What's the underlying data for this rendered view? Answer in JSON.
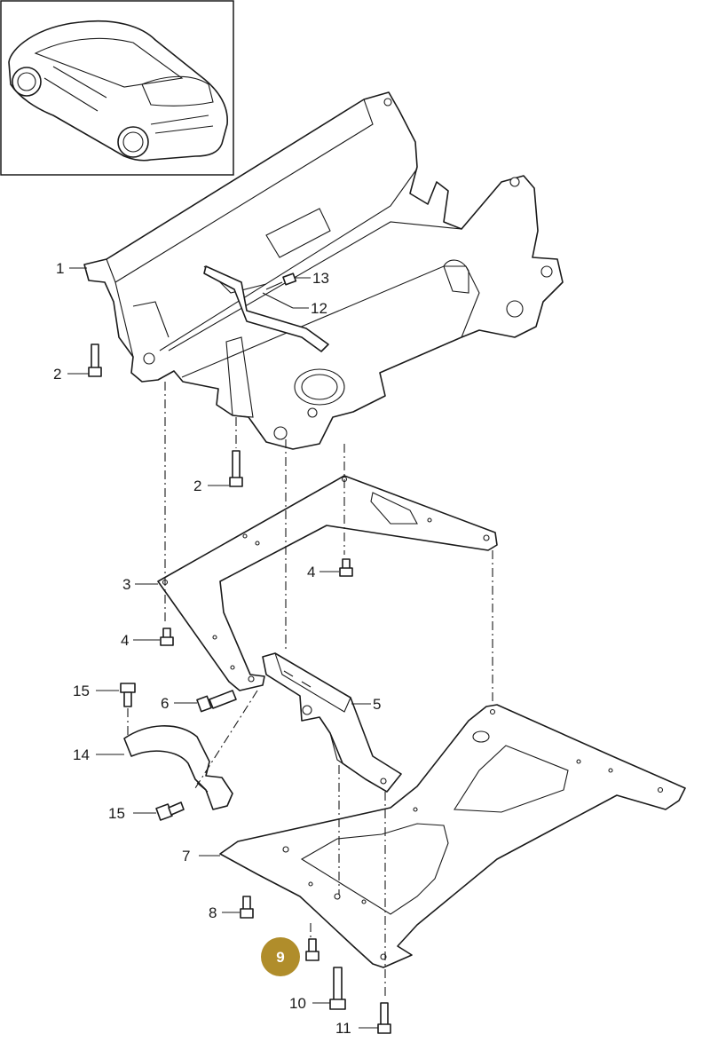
{
  "callouts": {
    "c1": "1",
    "c2a": "2",
    "c2b": "2",
    "c3": "3",
    "c4a": "4",
    "c4b": "4",
    "c5": "5",
    "c6": "6",
    "c7": "7",
    "c8": "8",
    "c9": "9",
    "c10": "10",
    "c11": "11",
    "c12": "12",
    "c13": "13",
    "c14": "14",
    "c15a": "15",
    "c15b": "15"
  },
  "highlight": {
    "part": "9",
    "color": "#b08d2b"
  },
  "colors": {
    "line": "#1a1a1a",
    "background": "#ffffff"
  }
}
